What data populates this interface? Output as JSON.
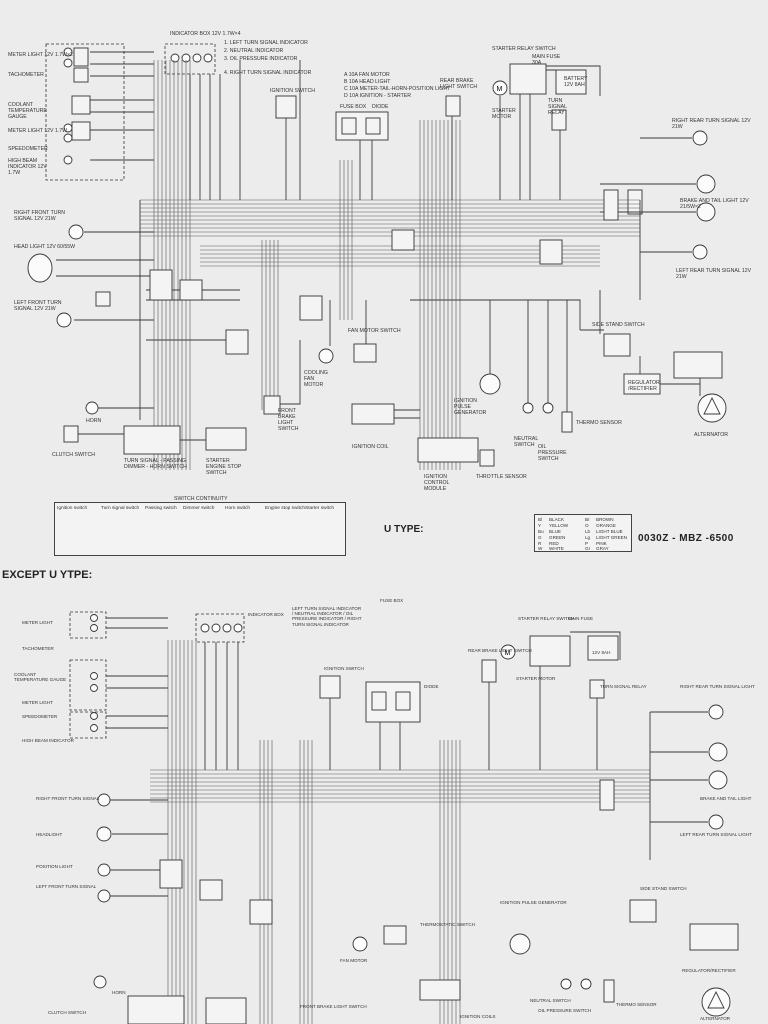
{
  "top": {
    "labels": {
      "meter_light": "Meter light 12V 1.7W×2",
      "tachometer": "Tachometer",
      "coolant_temp": "Coolant temperature gauge",
      "meter_light2": "Meter light 12V 1.7W",
      "speedometer": "Speedometer",
      "high_beam": "High beam indicator 12V 1.7W",
      "indicator_box": "Indicator box 12V 1.7W×4",
      "ind_1": "1. Left turn signal indicator",
      "ind_2": "2. Neutral indicator",
      "ind_3": "3. Oil pressure indicator",
      "ind_4": "4. Right turn signal indicator",
      "fuse_a": "A 10A Fan motor",
      "fuse_b": "B 10A Head light",
      "fuse_c": "C 10A Meter-tail-horn-position light",
      "fuse_d": "D 10A Ignition - starter",
      "ignition_switch": "Ignition switch",
      "fuse_box": "Fuse box",
      "diode": "Diode",
      "rear_brake_switch": "Rear brake light switch",
      "starter_relay": "Starter relay switch",
      "main_fuse": "Main fuse 30A",
      "battery": "Battery 12V 8Ah",
      "starter_motor": "Starter motor",
      "turn_relay": "Turn signal relay",
      "right_rear_turn": "Right rear turn signal 12V 21W",
      "brake_tail": "Brake and tail light 12V 21/5W×2",
      "left_rear_turn": "Left rear turn signal 12V 21W",
      "right_front_turn": "Right front turn signal 12V 21W",
      "head_light": "Head light 12V 60/55W",
      "left_front_turn": "Left front turn signal 12V 21W",
      "fan_motor_switch": "Fan motor switch",
      "cooling_fan": "Cooling fan motor",
      "side_stand": "Side stand switch",
      "regulator": "Regulator /rectifier",
      "alternator": "Alternator",
      "ignition_pulse": "Ignition pulse generator",
      "thermo_sensor": "Thermo sensor",
      "neutral_switch": "Neutral switch",
      "oil_pressure": "Oil pressure switch",
      "horn": "Horn",
      "clutch_switch": "Clutch switch",
      "turn_dimmer": "Turn signal - passing dimmer - horn switch",
      "front_brake": "Front brake light switch",
      "starter_engine": "Starter engine stop switch",
      "ignition_coil": "Ignition coil",
      "icm": "Ignition control module",
      "throttle_sensor": "Throttle sensor"
    },
    "switch_continuity": {
      "title": "Switch continuity",
      "tables": [
        "Ignition switch",
        "Turn signal switch",
        "Passing switch",
        "Dimmer switch",
        "Horn switch",
        "Engine stop switch",
        "Starter switch"
      ]
    },
    "u_type": "U TYPE:",
    "part_number": "0030Z - MBZ -6500",
    "color_legend": [
      [
        "Bl",
        "BLACK"
      ],
      [
        "Br",
        "BROWN"
      ],
      [
        "Y",
        "YELLOW"
      ],
      [
        "O",
        "ORANGE"
      ],
      [
        "Bu",
        "BLUE"
      ],
      [
        "Lb",
        "LIGHT BLUE"
      ],
      [
        "G",
        "GREEN"
      ],
      [
        "Lg",
        "LIGHT GREEN"
      ],
      [
        "R",
        "RED"
      ],
      [
        "P",
        "PINK"
      ],
      [
        "W",
        "WHITE"
      ],
      [
        "Gr",
        "GRAY"
      ]
    ]
  },
  "bottom": {
    "heading": "EXCEPT U YTPE:",
    "labels": {
      "meter_light": "Meter light",
      "tachometer": "Tachometer",
      "coolant_temp": "Coolant temperature gauge",
      "meter_light2": "Meter light",
      "speedometer": "Speedometer",
      "high_beam": "High beam indicator",
      "indicator_box": "Indicator box",
      "ind_list": "Left turn signal indicator / Neutral indicator / Oil pressure indicator / Right turn signal indicator",
      "fuse_box": "Fuse box",
      "ignition_switch": "Ignition switch",
      "diode": "Diode",
      "rear_brake_switch": "Rear brake light switch",
      "starter_relay": "Starter relay switch",
      "main_fuse": "Main fuse",
      "battery": "12V 8Ah",
      "starter_motor": "Starter motor",
      "turn_relay": "Turn signal relay",
      "right_rear_turn": "Right rear turn signal light",
      "brake_tail": "Brake and tail light",
      "left_rear_turn": "Left rear turn signal light",
      "right_front_turn": "Right front turn signal",
      "headlight": "Headlight",
      "position_light": "Position light",
      "left_front_turn": "Left front turn signal",
      "ignition_pulse": "Ignition pulse generator",
      "thermostatic_switch": "Thermostatic switch",
      "fan_motor": "Fan motor",
      "side_stand": "Side stand switch",
      "regulator": "Regulator/rectifier",
      "alternator": "Alternator",
      "thermo_sensor": "Thermo sensor",
      "neutral_switch": "Neutral switch",
      "oil_pressure": "Oil pressure switch",
      "horn": "Horn",
      "clutch_switch": "Clutch switch",
      "front_brake": "Front brake light switch",
      "ignition_coils": "Ignition coils"
    }
  }
}
